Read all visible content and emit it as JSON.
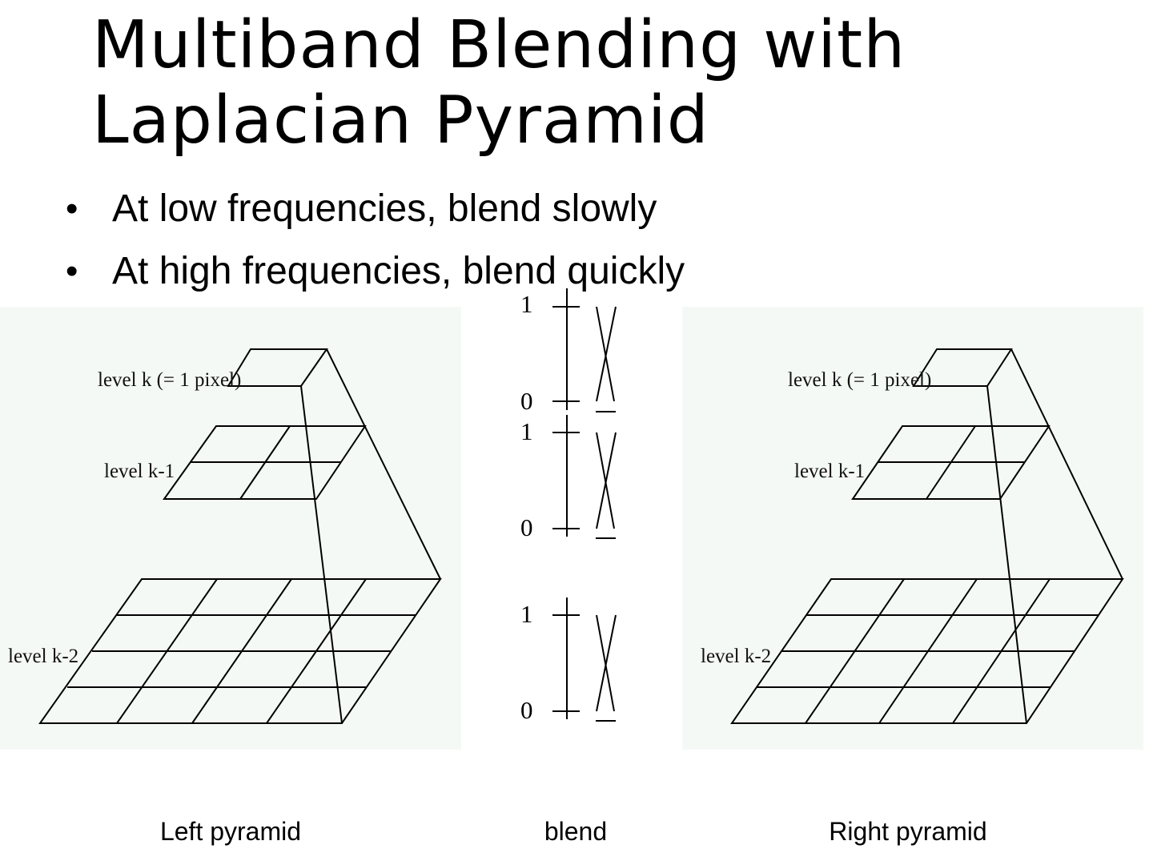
{
  "slide": {
    "title_line1": "Multiband Blending with",
    "title_line2": "Laplacian Pyramid",
    "bullets": [
      "At low frequencies, blend slowly",
      "At high frequencies, blend quickly"
    ]
  },
  "left_pyramid": {
    "level_k": "level k (= 1 pixel)",
    "level_k1": "level k-1",
    "level_k2": "level k-2",
    "caption": "Left pyramid"
  },
  "right_pyramid": {
    "level_k": "level k (= 1 pixel)",
    "level_k1": "level k-1",
    "level_k2": "level k-2",
    "caption": "Right pyramid"
  },
  "blend": {
    "caption": "blend",
    "levels": [
      {
        "top": "1",
        "bottom": "0"
      },
      {
        "top": "1",
        "bottom": "0"
      },
      {
        "top": "1",
        "bottom": "0"
      }
    ]
  }
}
